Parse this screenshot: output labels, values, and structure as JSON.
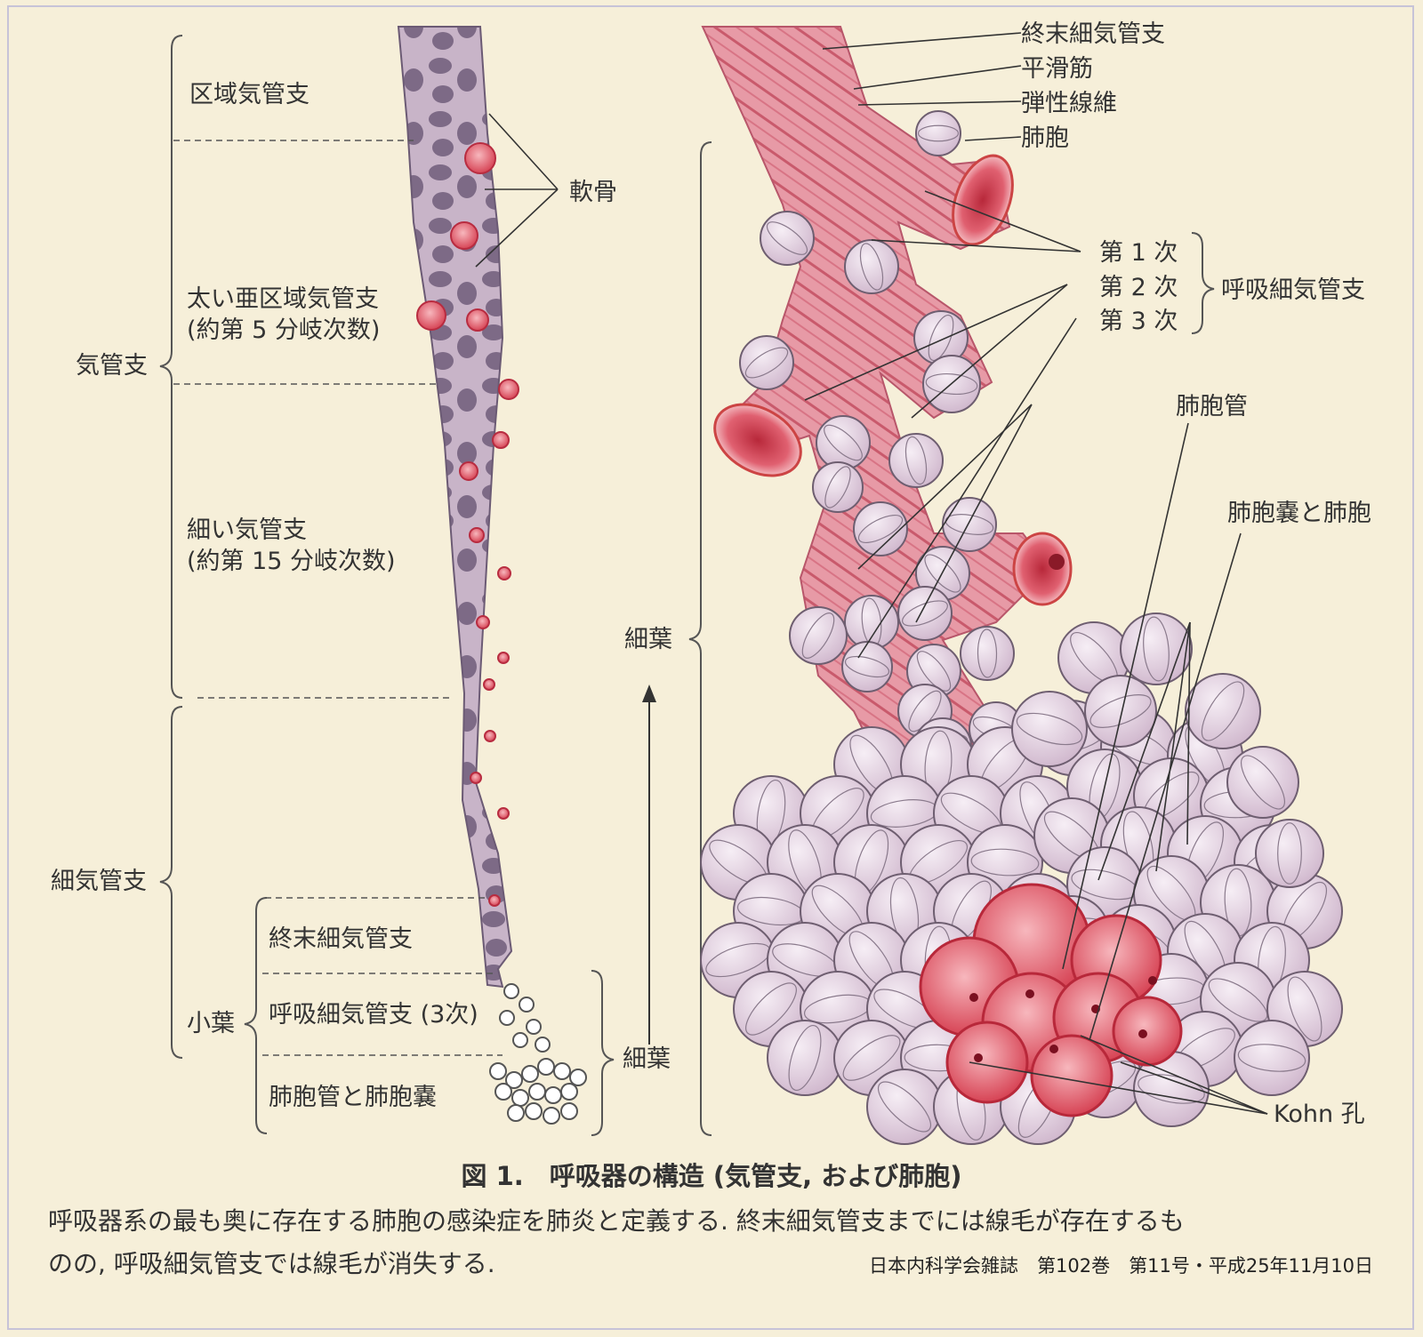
{
  "labels": {
    "segmental_bronchus": "区域気管支",
    "large_subsegmental": "太い亜区域気管支",
    "large_subsegmental_note": "(約第 5 分岐次数)",
    "small_bronchus": "細い気管支",
    "small_bronchus_note": "(約第 15 分岐次数)",
    "bronchus": "気管支",
    "bronchiole": "細気管支",
    "terminal_bronchiole_left": "終末細気管支",
    "lobule": "小葉",
    "respiratory_bronchiole_3": "呼吸細気管支 (3次)",
    "alveolar_duct_sac": "肺胞管と肺胞嚢",
    "acinus_bottom": "細葉",
    "acinus_right": "細葉",
    "cartilage": "軟骨",
    "terminal_bronchiole_right": "終末細気管支",
    "smooth_muscle": "平滑筋",
    "elastic_fiber": "弾性線維",
    "alveolus": "肺胞",
    "order_1": "第 1 次",
    "order_2": "第 2 次",
    "order_3": "第 3 次",
    "respiratory_bronchiole": "呼吸細気管支",
    "alveolar_duct": "肺胞管",
    "alveolar_sac_alveoli": "肺胞嚢と肺胞",
    "kohn_pore": "Kohn 孔"
  },
  "caption": {
    "title": "図 1.　呼吸器の構造 (気管支, および肺胞)",
    "body_line1": "呼吸器系の最も奥に存在する肺胞の感染症を肺炎と定義する. 終末細気管支までには線毛が存在するも",
    "body_line2": "のの, 呼吸細気管支では線毛が消失する."
  },
  "journal": "日本内科学会雑誌　第102巻　第11号・平成25年11月10日",
  "colors": {
    "background": "#f6efd9",
    "tissue_pink": "#e07a8a",
    "alveolus_lavender": "#e6d2e0",
    "cartilage_purple": "#7d6a86",
    "lumen_red": "#d94a5a"
  }
}
